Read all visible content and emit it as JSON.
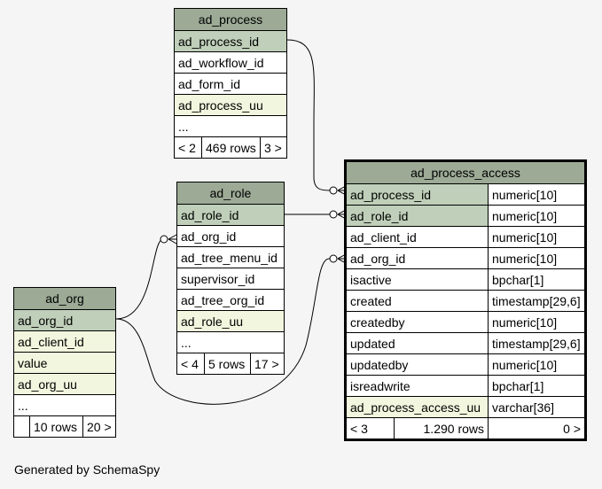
{
  "tables": {
    "ad_process": {
      "name": "ad_process",
      "columns": [
        "ad_process_id",
        "ad_workflow_id",
        "ad_form_id",
        "ad_process_uu",
        "..."
      ],
      "footer": {
        "left": "< 2",
        "rows": "469 rows",
        "right": "3 >"
      }
    },
    "ad_role": {
      "name": "ad_role",
      "columns": [
        "ad_role_id",
        "ad_org_id",
        "ad_tree_menu_id",
        "supervisor_id",
        "ad_tree_org_id",
        "ad_role_uu",
        "..."
      ],
      "footer": {
        "left": "< 4",
        "rows": "5 rows",
        "right": "17 >"
      }
    },
    "ad_org": {
      "name": "ad_org",
      "columns": [
        "ad_org_id",
        "ad_client_id",
        "value",
        "ad_org_uu",
        "..."
      ],
      "footer": {
        "left": "",
        "rows": "10 rows",
        "right": "20 >"
      }
    },
    "ad_process_access": {
      "name": "ad_process_access",
      "columns": [
        {
          "name": "ad_process_id",
          "type": "numeric[10]"
        },
        {
          "name": "ad_role_id",
          "type": "numeric[10]"
        },
        {
          "name": "ad_client_id",
          "type": "numeric[10]"
        },
        {
          "name": "ad_org_id",
          "type": "numeric[10]"
        },
        {
          "name": "isactive",
          "type": "bpchar[1]"
        },
        {
          "name": "created",
          "type": "timestamp[29,6]"
        },
        {
          "name": "createdby",
          "type": "numeric[10]"
        },
        {
          "name": "updated",
          "type": "timestamp[29,6]"
        },
        {
          "name": "updatedby",
          "type": "numeric[10]"
        },
        {
          "name": "isreadwrite",
          "type": "bpchar[1]"
        },
        {
          "name": "ad_process_access_uu",
          "type": "varchar[36]"
        }
      ],
      "footer": {
        "left": "< 3",
        "rows": "1.290 rows",
        "right": "0 >"
      }
    }
  },
  "colors": {
    "header": "#9caa96",
    "primary_key": "#bfcfb9",
    "unique_key": "#f3f6de",
    "background": "#f5f5f5"
  },
  "footer_text": "Generated by SchemaSpy"
}
